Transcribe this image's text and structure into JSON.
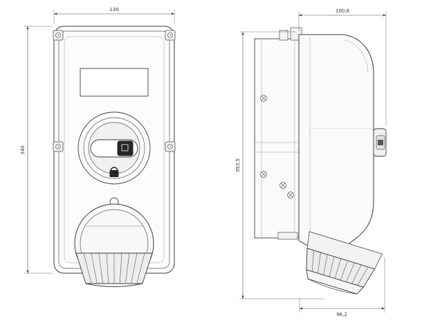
{
  "page": {
    "background": "#ffffff",
    "line_color": "#3a3a3a",
    "dim_line_color": "#6a6a6a",
    "accent_dark": "#262626"
  },
  "drawing": {
    "type": "technical-dimension-drawing",
    "subject": "interlocked switched socket, front and side views",
    "front_view": {
      "width_dim": "130",
      "height_dim": "340"
    },
    "side_view": {
      "depth_dim": "100,6",
      "height_dim": "353,5",
      "bottom_dim": "96,2"
    }
  }
}
